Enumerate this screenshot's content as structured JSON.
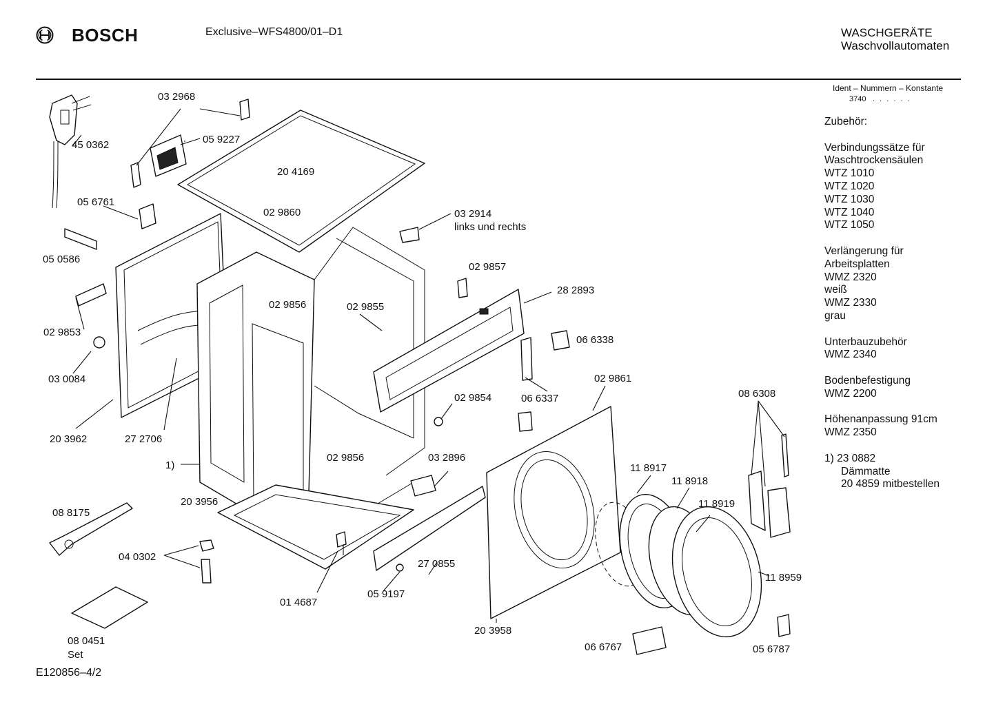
{
  "header": {
    "brand": "BOSCH",
    "model": "Exclusive–WFS4800/01–D1",
    "category_line1": "WASCHGERÄTE",
    "category_line2": "Waschvollautomaten"
  },
  "ident": {
    "title": "Ident – Nummern – Konstante",
    "value": "3740",
    "dots": ". . . . . ."
  },
  "accessories": [
    "Zubehör:",
    "",
    "Verbindungssätze für",
    "Waschtrockensäulen",
    "WTZ 1010",
    "WTZ 1020",
    "WTZ 1030",
    "WTZ 1040",
    "WTZ 1050",
    "",
    "Verlängerung für",
    "Arbeitsplatten",
    "WMZ 2320",
    "weiß",
    "WMZ 2330",
    "grau",
    "",
    "Unterbauzubehör",
    "WMZ 2340",
    "",
    "Bodenbefestigung",
    "WMZ 2200",
    "",
    "Höhenanpassung  91cm",
    "WMZ 2350",
    "",
    "1)  23 0882",
    "Dämmatte",
    "20 4859 mitbestellen"
  ],
  "part_labels": [
    "03 2968",
    "05 9227",
    "20 4169",
    "45 0362",
    "05 6761",
    "02 9860",
    "03 2914",
    "links und rechts",
    "05 0586",
    "02 9857",
    "28 2893",
    "02 9856",
    "02 9855",
    "02 9853",
    "06 6338",
    "03 0084",
    "06 6337",
    "02 9861",
    "08 6308",
    "02 9854",
    "20 3962",
    "27 2706",
    "02 9856",
    "03 2896",
    "1)",
    "11 8917",
    "11 8918",
    "11 8919",
    "08 8175",
    "20 3956",
    "04 0302",
    "27 0855",
    "11 8959",
    "01 4687",
    "05 9197",
    "20 3958",
    "08  0451",
    "Set",
    "06 6767",
    "05 6787"
  ],
  "footer": {
    "drawing_number": "E120856–4/2"
  }
}
